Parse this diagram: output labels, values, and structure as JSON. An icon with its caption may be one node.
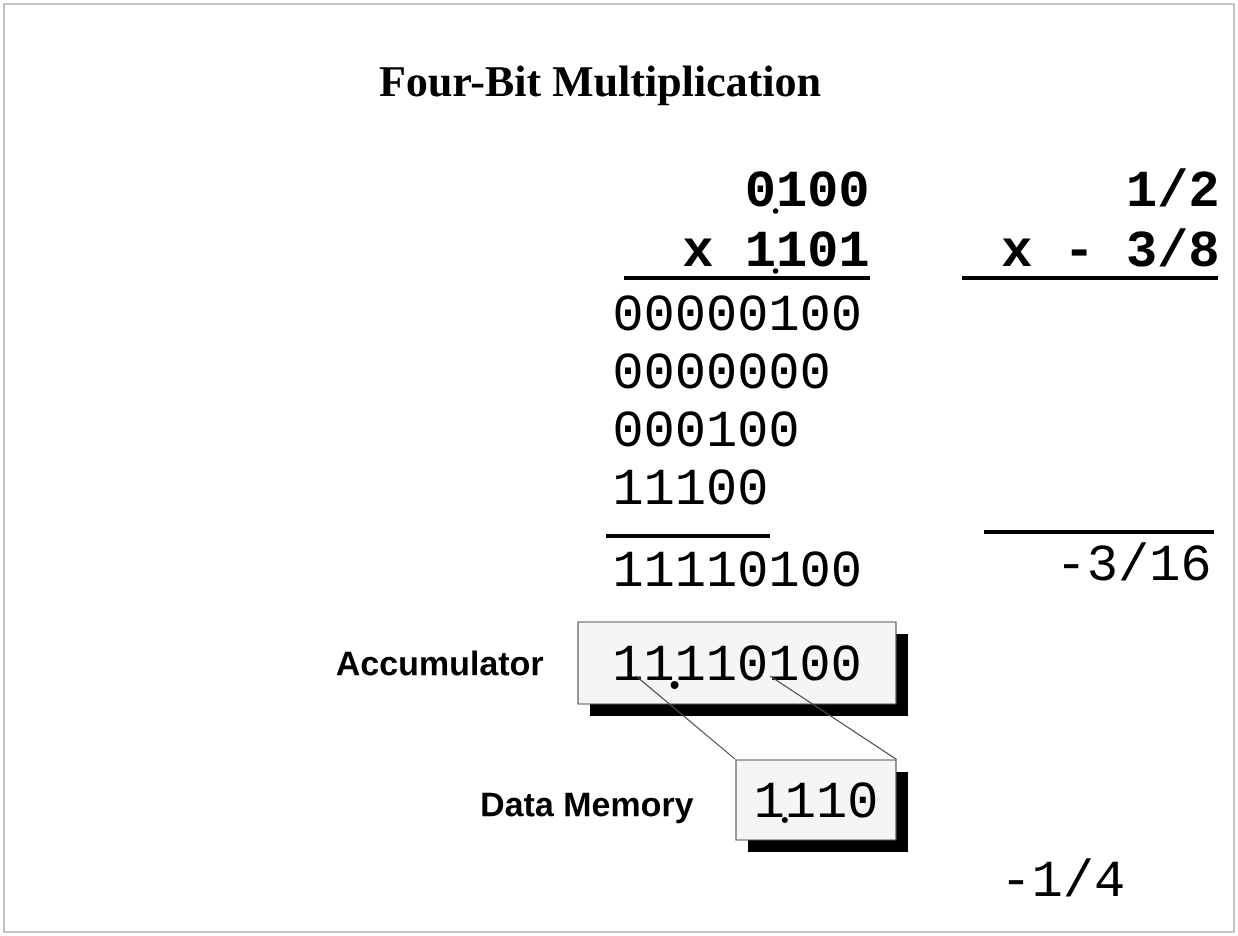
{
  "diagram": {
    "title": "Four-Bit Multiplication",
    "nodes": [
      {
        "text": [
          "11110100"
        ],
        "beside": [
          "Accumulator"
        ]
      },
      {
        "text": [
          "1110"
        ],
        "beside": [
          "Data Memory"
        ]
      }
    ],
    "edges": [
      {
        "from": 0,
        "to": 1,
        "arrow": "none"
      },
      {
        "from": 0,
        "to": 1,
        "arrow": "none"
      }
    ],
    "labels": [
      "0100",
      "1/2",
      "x 1101",
      "x - 3/8",
      "00000100",
      "0000000",
      "000100",
      "11100",
      "11110100",
      "-3/16",
      "-1/4"
    ]
  }
}
